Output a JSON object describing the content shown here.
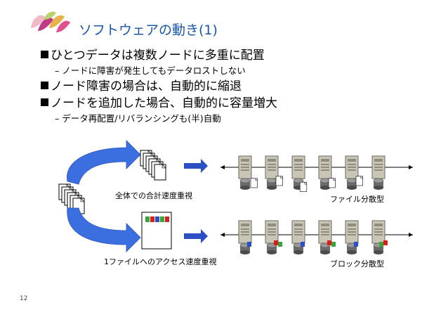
{
  "slide": {
    "title": "ソフトウェアの動き(1)",
    "bullets": [
      {
        "level": 1,
        "text": "ひとつデータは複数ノードに多重に配置"
      },
      {
        "level": 2,
        "text": "– ノードに障害が発生してもデータロストしない"
      },
      {
        "level": 1,
        "text": "ノード障害の場合は、自動的に縮退"
      },
      {
        "level": 1,
        "text": "ノードを追加した場合、自動的に容量増大"
      },
      {
        "level": 2,
        "text": "– データ再配置/リバランシングも(半)自動"
      }
    ],
    "page_number": "12"
  },
  "diagram": {
    "label_total_speed": "全体での合計速度重視",
    "label_file_distributed": "ファイル分散型",
    "label_single_file_speed": "1ファイルへのアクセス速度重視",
    "label_block_distributed": "ブロック分散型"
  },
  "colors": {
    "title": "#1a56a6",
    "arrow_blue": "#3b6fe0",
    "block_green": "#3aa33a",
    "block_red": "#d42020",
    "block_blue": "#2c4fc4"
  },
  "icons": [
    "logo-icon",
    "server-icon",
    "document-icon",
    "disk-icon",
    "curved-arrow-icon",
    "arrow-icon"
  ]
}
